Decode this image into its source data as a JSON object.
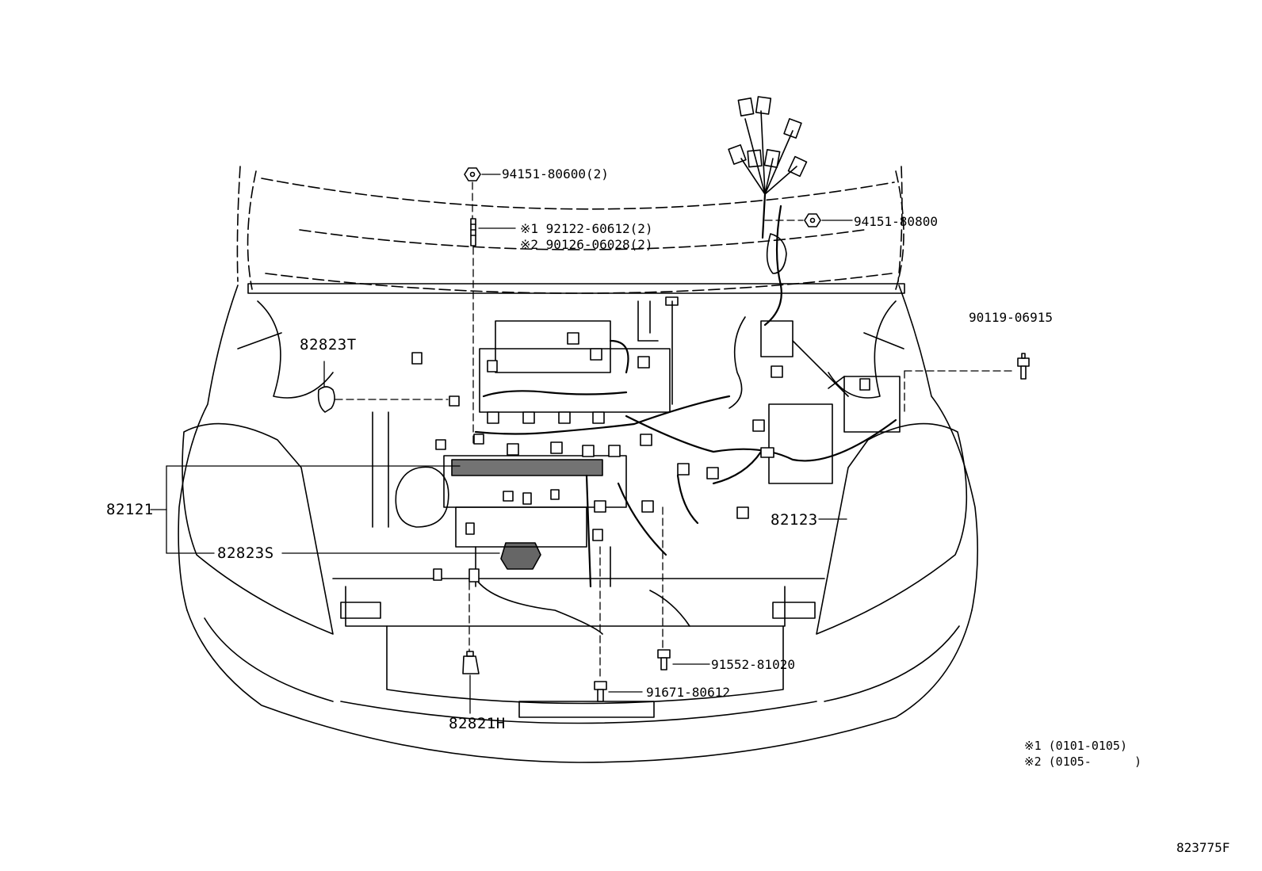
{
  "diagram_id": "823775F",
  "callouts": {
    "nut_94151_80600": "94151-80600(2)",
    "stud_1": "※1 92122-60612(2)",
    "stud_2": "※2 90126-06028(2)",
    "nut_94151_80800": "94151-80800",
    "bolt_90119": "90119-06915",
    "clip_82823T": "82823T",
    "harness_82121": "82121",
    "harness_82123": "82123",
    "clamp_82823S": "82823S",
    "bolt_91552": "91552-81020",
    "bolt_91671": "91671-80612",
    "clip_82821H": "82821H"
  },
  "notes": {
    "note_1": "※1 (0101-0105)",
    "note_2": "※2 (0105-      )"
  }
}
